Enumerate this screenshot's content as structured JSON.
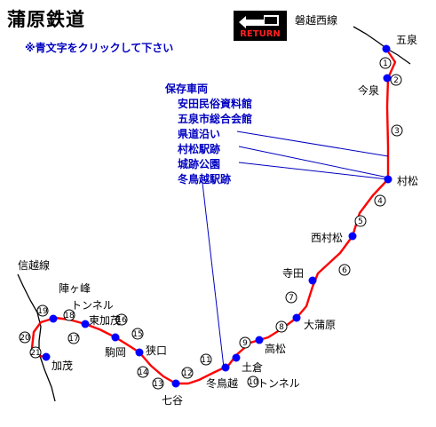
{
  "title": "蒲原鉄道",
  "note": "※青文字をクリックして下さい",
  "return_label": "RETURN",
  "lines": {
    "banetsu_west": "磐越西線",
    "shinetsu": "信越線"
  },
  "stations": {
    "gosen": "五泉",
    "imaizumi": "今泉",
    "muramatsu": "村松",
    "nishimuramatsu": "西村松",
    "terada": "寺田",
    "okambara": "大蒲原",
    "takamatsu": "高松",
    "dokura": "土倉",
    "fuyutorigoe": "冬鳥越",
    "tunnel10": "トンネル",
    "nanatani": "七谷",
    "semaguchi": "狭口",
    "komaoka": "駒岡",
    "higashikamo": "東加茂",
    "tunnel18": "トンネル",
    "jingamine": "陣ヶ峰",
    "kamo": "加茂"
  },
  "preserved": {
    "heading": "保存車両",
    "items": [
      "安田民俗資料館",
      "五泉市総合会館",
      "県道沿い",
      "村松駅跡",
      "城跡公園",
      "冬鳥越駅跡"
    ]
  },
  "markers": [
    "①",
    "②",
    "③",
    "④",
    "⑤",
    "⑥",
    "⑦",
    "⑧",
    "⑨",
    "⑩",
    "⑪",
    "⑫",
    "⑬",
    "⑭",
    "⑮",
    "⑯",
    "⑰",
    "⑱",
    "⑲",
    "⑳",
    "㉑"
  ],
  "colors": {
    "route": "#ff0000",
    "station": "#0000ff",
    "link_text": "#0000c0",
    "leader": "#0000c0"
  }
}
